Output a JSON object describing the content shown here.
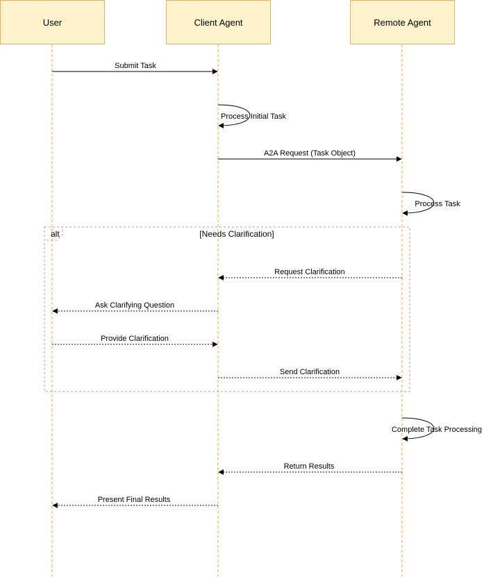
{
  "participants": {
    "user": "User",
    "client": "Client Agent",
    "remote": "Remote Agent"
  },
  "frame": {
    "operator": "alt",
    "condition": "[Needs Clarification]"
  },
  "messages": {
    "submit_task": "Submit Task",
    "process_initial_task": "Process Initial Task",
    "a2a_request": "A2A Request (Task Object)",
    "process_task": "Process Task",
    "request_clarification": "Request Clarification",
    "ask_clarifying_question": "Ask Clarifying Question",
    "provide_clarification": "Provide Clarification",
    "send_clarification": "Send Clarification",
    "complete_task_processing": "Complete Task Processing",
    "return_results": "Return Results",
    "present_final_results": "Present Final Results"
  },
  "colors": {
    "participant_fill": "#fff2cc",
    "participant_border": "#d6b656",
    "lifeline": "#f5a623",
    "frame_border": "#a0a0a0"
  }
}
